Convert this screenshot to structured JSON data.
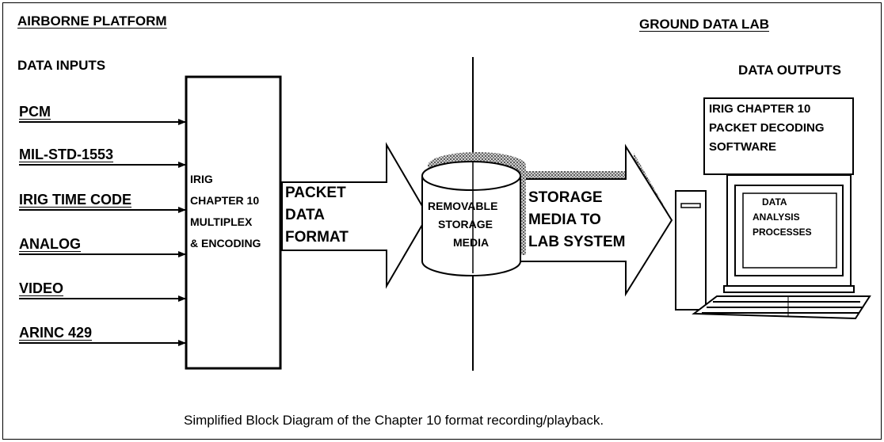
{
  "headers": {
    "airborne": "AIRBORNE PLATFORM",
    "ground": "GROUND DATA LAB",
    "inputs": "DATA INPUTS",
    "outputs": "DATA OUTPUTS"
  },
  "inputs": [
    "PCM",
    "MIL-STD-1553",
    "IRIG TIME CODE",
    "ANALOG",
    "VIDEO",
    "ARINC 429"
  ],
  "multiplexer_label": [
    "IRIG",
    "CHAPTER 10",
    "MULTIPLEX",
    "& ENCODING"
  ],
  "packet_arrow_label": [
    "PACKET",
    "DATA",
    "FORMAT"
  ],
  "storage_label": [
    "REMOVABLE",
    "STORAGE",
    "MEDIA"
  ],
  "lab_arrow_label": [
    "STORAGE",
    "MEDIA TO",
    "LAB SYSTEM"
  ],
  "software_box_label": [
    "IRIG CHAPTER 10",
    "PACKET DECODING",
    "SOFTWARE"
  ],
  "monitor_label": [
    "DATA",
    "ANALYSIS",
    "PROCESSES"
  ],
  "caption": "Simplified Block Diagram of the Chapter 10 format recording/playback."
}
